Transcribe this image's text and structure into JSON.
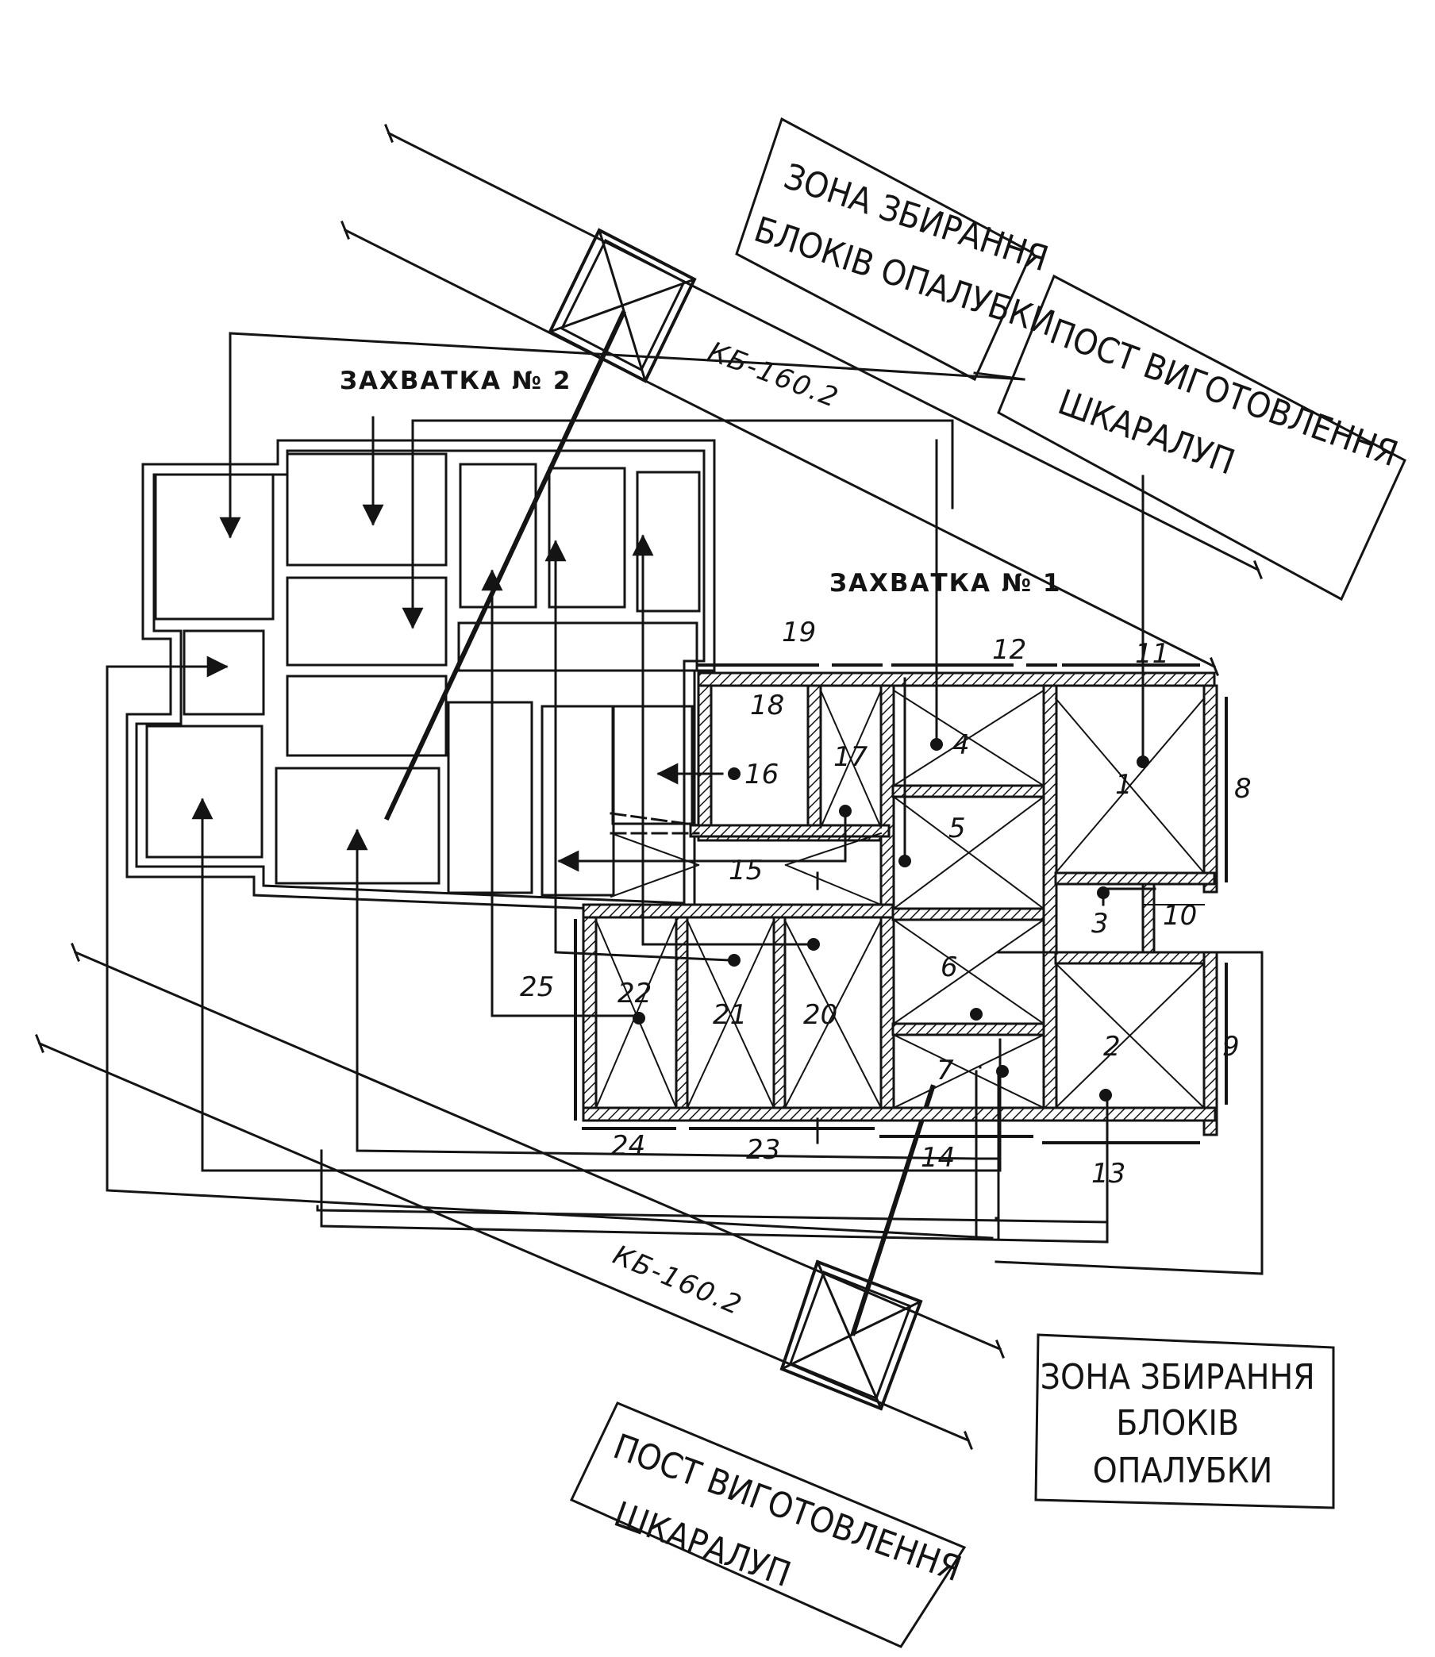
{
  "labels": {
    "capture_2": "ЗАХВАТКА № 2",
    "capture_1": "ЗАХВАТКА № 1",
    "crane_top": "КБ-160.2",
    "crane_bottom": "КБ-160.2"
  },
  "zones": {
    "top_assembly": [
      "ЗОНА ЗБИРАННЯ",
      "БЛОКІВ ОПАЛУБКИ"
    ],
    "top_shell_post": [
      "ПОСТ ВИГОТОВЛЕННЯ",
      "ШКАРАЛУП"
    ],
    "bottom_shell_post": [
      "ПОСТ ВИГОТОВЛЕННЯ",
      "ШКАРАЛУП"
    ],
    "bottom_assembly": [
      "ЗОНА ЗБИРАННЯ",
      "БЛОКІВ",
      "ОПАЛУБКИ"
    ]
  },
  "cells": {
    "c1": "1",
    "c2": "2",
    "c3": "3",
    "c4": "4",
    "c5": "5",
    "c6": "6",
    "c7": "7",
    "c15": "15",
    "c16": "16",
    "c17": "17",
    "c18": "18",
    "c20": "20",
    "c21": "21",
    "c22": "22"
  },
  "walls": {
    "w8": "8",
    "w9": "9",
    "w10": "10",
    "w11": "11",
    "w12": "12",
    "w13": "13",
    "w14": "14",
    "w19": "19",
    "w23": "23",
    "w24": "24",
    "w25": "25"
  },
  "colors": {
    "ink": "#141414",
    "paper": "#ffffff"
  }
}
